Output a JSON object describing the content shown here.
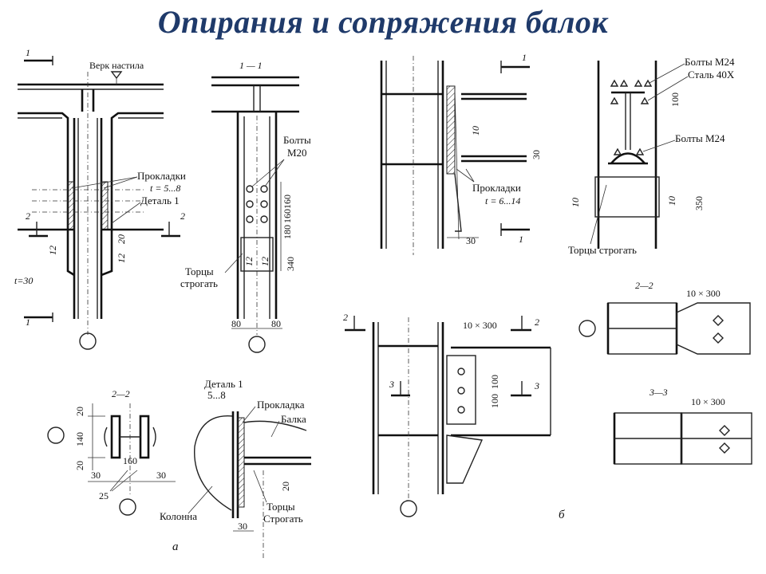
{
  "title": "Опирания и сопряжения балок",
  "labels": {
    "deck_top": "Верк настила",
    "sec_1": "1",
    "sec_1_1": "1 — 1",
    "sec_2": "2",
    "sec_2_2": "2—2",
    "sec_3": "3",
    "sec_3_3": "3—3",
    "spacers_a": "Прокладки",
    "spacers_a_t": "t = 5...8",
    "detail_1": "Деталь 1",
    "t30": "t=30",
    "dim_12": "12",
    "dim_20": "20",
    "bolts_m20_1": "Болты",
    "bolts_m20_2": "М20",
    "dim_160": "160",
    "dim_180": "180",
    "dim_340": "340",
    "ends_1": "Торцы",
    "ends_2": "строгать",
    "dim_80": "80",
    "spacers_b": "Прокладки",
    "spacers_b_t": "t = 6...14",
    "dim_10": "10",
    "dim_30": "30",
    "bolts_m24": "Болты М24",
    "steel_40x": "Сталь 40Х",
    "dim_100": "100",
    "dim_350": "350",
    "ends_plane": "Торцы строгать",
    "plate_10x300": "10 × 300",
    "dim_140": "140",
    "dim_25": "25",
    "detail_1_b": "Деталь 1",
    "dim_5_8": "5...8",
    "spacer_single": "Прокладка",
    "beam": "Балка",
    "column": "Колонна",
    "ends_b1": "Торцы",
    "ends_b2": "Строгать",
    "letter_a": "а",
    "letter_b": "б"
  }
}
